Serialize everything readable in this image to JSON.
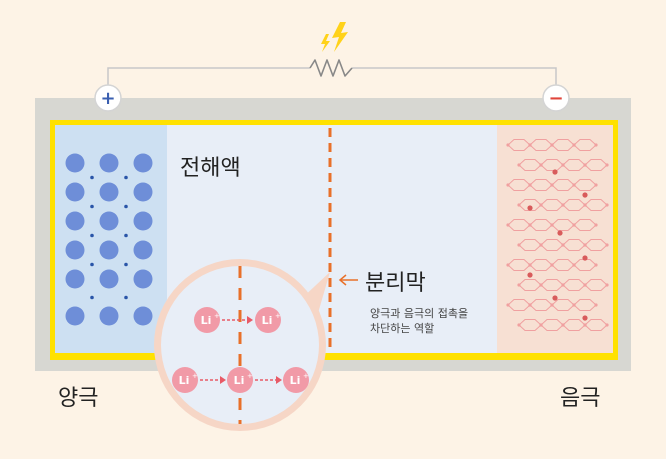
{
  "labels": {
    "electrolyte": "전해액",
    "separator": "분리막",
    "separator_desc_line1": "양극과 음극의 접촉을",
    "separator_desc_line2": "차단하는 역할",
    "cathode": "양극",
    "anode": "음극",
    "plus": "+",
    "minus": "−",
    "li": "Li",
    "li_sup": "+"
  },
  "colors": {
    "background": "#fdf3e6",
    "cell_frame": "#ffe100",
    "cell_wall": "#d7d7d2",
    "electrolyte": "#e8eef7",
    "cathode_region": "#cde0f2",
    "anode_region": "#f7e0d3",
    "cathode_atom": "#6e8ed8",
    "cathode_dot": "#2a55a8",
    "anode_lattice": "#f0a0a0",
    "anode_dot": "#d85b5b",
    "separator": "#e8702a",
    "li_ion": "#f19aa7",
    "arrow": "#e85a66",
    "plus_sign": "#3a5fb0",
    "minus_sign": "#e0443a",
    "lightning": "#ffd21a"
  },
  "icons": {
    "lightning": "lightning-bolt-icon",
    "resistor": "resistor-icon",
    "plus_terminal": "plus-terminal-icon",
    "minus_terminal": "minus-terminal-icon"
  }
}
